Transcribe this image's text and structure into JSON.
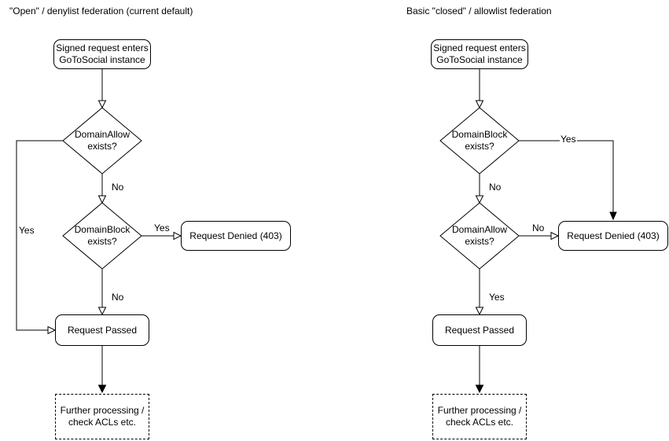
{
  "colors": {
    "stroke": "#000000",
    "shape_fill": "#ffffff",
    "text": "#000000"
  },
  "left_chart": {
    "title": "\"Open\" / denylist federation (current default)",
    "start": "Signed request enters\nGoToSocial instance",
    "decision1": "DomainAllow\nexists?",
    "decision2": "DomainBlock\nexists?",
    "denied": "Request Denied (403)",
    "passed": "Request Passed",
    "further": "Further processing /\ncheck ACLs etc.",
    "labels": {
      "d1_yes": "Yes",
      "d1_no": "No",
      "d2_yes": "Yes",
      "d2_no": "No"
    }
  },
  "right_chart": {
    "title": "Basic \"closed\" / allowlist federation",
    "start": "Signed request enters\nGoToSocial instance",
    "decision1": "DomainBlock\nexists?",
    "decision2": "DomainAllow\nexists?",
    "denied": "Request Denied (403)",
    "passed": "Request Passed",
    "further": "Further processing /\ncheck ACLs etc.",
    "labels": {
      "d1_yes": "Yes",
      "d1_no": "No",
      "d2_yes": "Yes",
      "d2_no": "No"
    }
  }
}
